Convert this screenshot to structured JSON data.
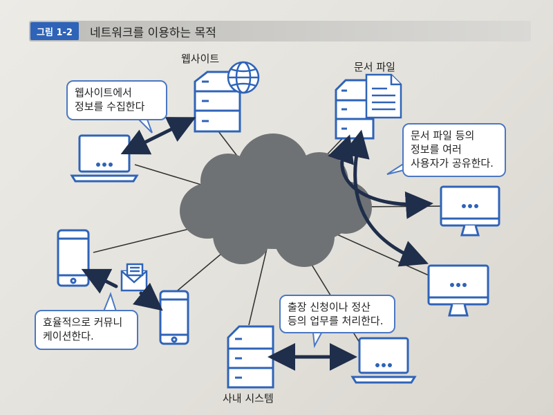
{
  "header": {
    "figure_label": "그림 1-2",
    "title": "네트워크를 이용하는 목적"
  },
  "nodes": {
    "website_label": "웹사이트",
    "file_server_label": "문서 파일",
    "intranet_label": "사내 시스템"
  },
  "callouts": {
    "website": "웹사이트에서\n정보를 수집한다",
    "file_share": "문서 파일 등의\n정보를 여러\n사용자가 공유한다.",
    "business": "출장 신청이나 정산\n등의 업무를 처리한다.",
    "communication": "효율적으로 커뮤니\n케이션한다."
  },
  "colors": {
    "accent": "#2e63b8",
    "cloud": "#6f7275",
    "arrow": "#1f2e4a"
  }
}
